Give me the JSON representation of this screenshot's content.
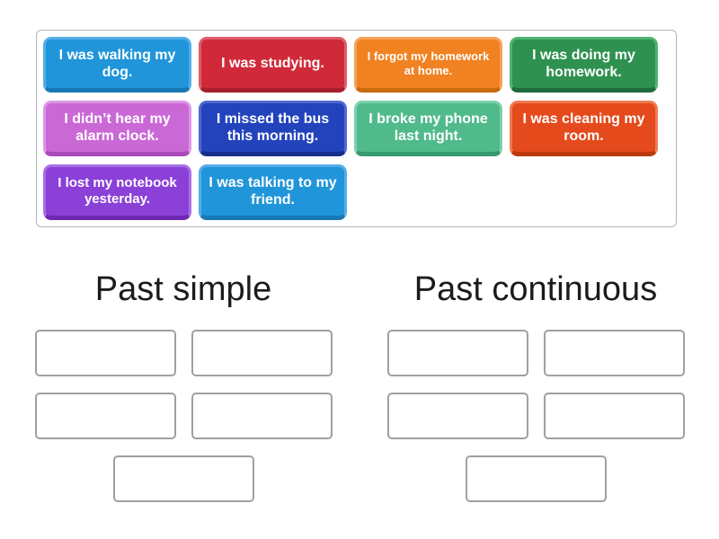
{
  "tile_bank": {
    "tiles": [
      {
        "label": "I was walking my dog.",
        "color": "blue"
      },
      {
        "label": "I was studying.",
        "color": "red"
      },
      {
        "label": "I forgot my homework at home.",
        "color": "orange",
        "size": "small"
      },
      {
        "label": "I was doing my homework.",
        "color": "green"
      },
      {
        "label": "I didn’t hear my alarm clock.",
        "color": "orchid"
      },
      {
        "label": "I missed the bus this morning.",
        "color": "darkblue"
      },
      {
        "label": "I broke my phone last night.",
        "color": "seagreen"
      },
      {
        "label": "I was cleaning my room.",
        "color": "orangered"
      },
      {
        "label": "I lost my notebook yesterday.",
        "color": "purple",
        "size": "medium"
      },
      {
        "label": "I was talking to my friend.",
        "color": "blue"
      }
    ],
    "palette": {
      "blue": {
        "main": "#2095da",
        "light": "#54aee8",
        "dark": "#1878b4"
      },
      "red": {
        "main": "#d02a3a",
        "light": "#dd5f68",
        "dark": "#a81f2c"
      },
      "orange": {
        "main": "#f08222",
        "light": "#f5a35a",
        "dark": "#c96a10"
      },
      "green": {
        "main": "#2e9150",
        "light": "#4fb571",
        "dark": "#206b3a"
      },
      "orchid": {
        "main": "#ca68d6",
        "light": "#dc97e4",
        "dark": "#a94cba"
      },
      "darkblue": {
        "main": "#2343bd",
        "light": "#5068cf",
        "dark": "#172e8e"
      },
      "seagreen": {
        "main": "#50ba8b",
        "light": "#7cd1ac",
        "dark": "#379a6e"
      },
      "orangered": {
        "main": "#e44a1c",
        "light": "#ee7b52",
        "dark": "#bc3910"
      },
      "purple": {
        "main": "#8b40d8",
        "light": "#a970e5",
        "dark": "#7028b0"
      }
    }
  },
  "groups": [
    {
      "title": "Past simple",
      "slot_count": 5
    },
    {
      "title": "Past continuous",
      "slot_count": 5
    }
  ]
}
